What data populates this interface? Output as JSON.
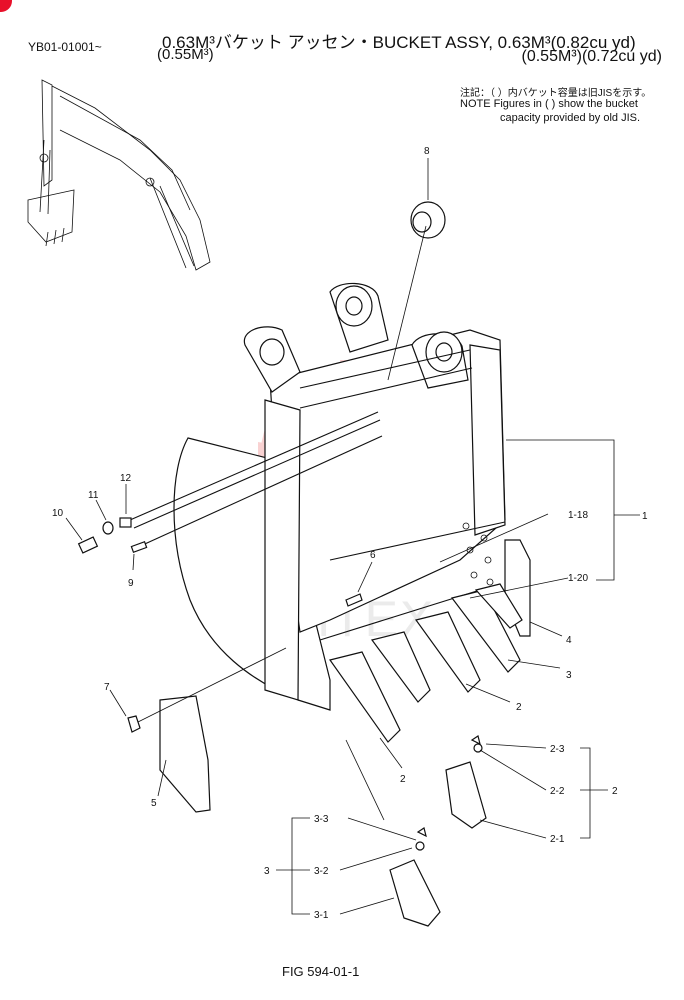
{
  "header": {
    "serial": "YB01-01001~",
    "title_line1": "0.63M³バケット アッセン・BUCKET ASSY, 0.63M³(0.82cu yd)",
    "title_line2_left": "(0.55M³)",
    "title_line2_right": "(0.55M³)(0.72cu yd)"
  },
  "note": {
    "jp": "注記：（ ）内バケット容量は旧JISを示す。",
    "en_line1": "NOTE  Figures in (  ) show the bucket",
    "en_line2": "capacity provided by old JIS."
  },
  "footer": {
    "figure": "FIG 594-01-1"
  },
  "watermark": {
    "text": "ИНТЕХ",
    "color": "#f08080"
  },
  "callouts": {
    "c1": "1",
    "c1_18": "1-18",
    "c1_20": "1-20",
    "c2a": "2",
    "c2b": "2",
    "c2c": "2",
    "c2_1": "2-1",
    "c2_2": "2-2",
    "c2_3": "2-3",
    "c3a": "3",
    "c3b": "3",
    "c3_1": "3-1",
    "c3_2": "3-2",
    "c3_3": "3-3",
    "c4": "4",
    "c5": "5",
    "c6": "6",
    "c7": "7",
    "c8": "8",
    "c9": "9",
    "c10": "10",
    "c11": "11",
    "c12": "12"
  }
}
